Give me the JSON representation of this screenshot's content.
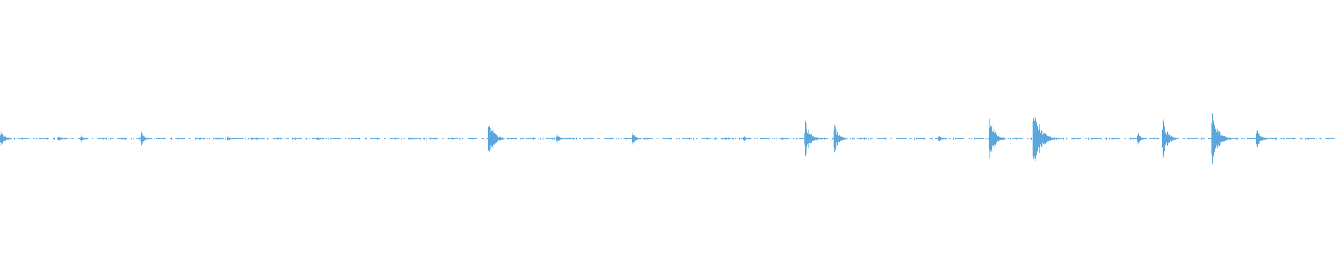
{
  "waveform": {
    "color": "#5aa7de",
    "background": "#ffffff",
    "bursts": [
      {
        "time": 0.0,
        "amplitude": 0.28
      },
      {
        "time": 0.043,
        "amplitude": 0.08
      },
      {
        "time": 0.06,
        "amplitude": 0.1
      },
      {
        "time": 0.105,
        "amplitude": 0.2
      },
      {
        "time": 0.17,
        "amplitude": 0.07
      },
      {
        "time": 0.188,
        "amplitude": 0.05
      },
      {
        "time": 0.237,
        "amplitude": 0.05
      },
      {
        "time": 0.305,
        "amplitude": 0.04
      },
      {
        "time": 0.365,
        "amplitude": 0.62
      },
      {
        "time": 0.416,
        "amplitude": 0.14
      },
      {
        "time": 0.473,
        "amplitude": 0.18
      },
      {
        "time": 0.556,
        "amplitude": 0.07
      },
      {
        "time": 0.602,
        "amplitude": 0.54
      },
      {
        "time": 0.624,
        "amplitude": 0.42
      },
      {
        "time": 0.702,
        "amplitude": 0.1
      },
      {
        "time": 0.74,
        "amplitude": 0.62
      },
      {
        "time": 0.773,
        "amplitude": 1.0
      },
      {
        "time": 0.851,
        "amplitude": 0.18
      },
      {
        "time": 0.87,
        "amplitude": 0.56
      },
      {
        "time": 0.907,
        "amplitude": 0.8
      },
      {
        "time": 0.94,
        "amplitude": 0.32
      }
    ]
  }
}
